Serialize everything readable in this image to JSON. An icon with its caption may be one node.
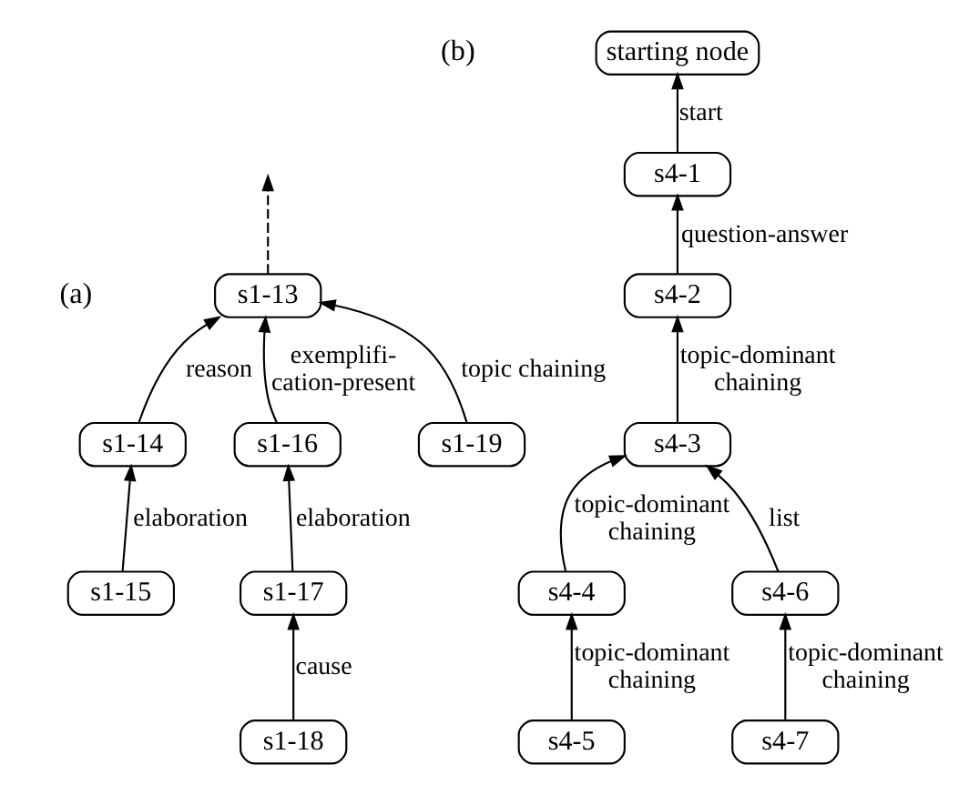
{
  "diagram": {
    "nodes": [
      {
        "text": [
          "s1-13"
        ]
      },
      {
        "text": [
          "s1-14"
        ]
      },
      {
        "text": [
          "s1-16"
        ]
      },
      {
        "text": [
          "s1-19"
        ]
      },
      {
        "text": [
          "s1-15"
        ]
      },
      {
        "text": [
          "s1-17"
        ]
      },
      {
        "text": [
          "s1-18"
        ]
      },
      {
        "text": [
          "starting node"
        ]
      },
      {
        "text": [
          "s4-1"
        ]
      },
      {
        "text": [
          "s4-2"
        ]
      },
      {
        "text": [
          "s4-3"
        ]
      },
      {
        "text": [
          "s4-4"
        ]
      },
      {
        "text": [
          "s4-6"
        ]
      },
      {
        "text": [
          "s4-5"
        ]
      },
      {
        "text": [
          "s4-7"
        ]
      }
    ],
    "edges": [
      {
        "from": 0,
        "to": null,
        "arrow": "to",
        "style": "dashed"
      },
      {
        "from": 1,
        "to": 0,
        "arrow": "to",
        "label": "reason"
      },
      {
        "from": 2,
        "to": 0,
        "arrow": "to",
        "label": "exemplifi- cation-present"
      },
      {
        "from": 3,
        "to": 0,
        "arrow": "to",
        "label": "topic chaining"
      },
      {
        "from": 4,
        "to": 1,
        "arrow": "to",
        "label": "elaboration"
      },
      {
        "from": 5,
        "to": 2,
        "arrow": "to",
        "label": "elaboration"
      },
      {
        "from": 6,
        "to": 5,
        "arrow": "to",
        "label": "cause"
      },
      {
        "from": 8,
        "to": 7,
        "arrow": "to",
        "label": "start"
      },
      {
        "from": 9,
        "to": 8,
        "arrow": "to",
        "label": "question-answer"
      },
      {
        "from": 10,
        "to": 9,
        "arrow": "to",
        "label": "topic-dominant chaining"
      },
      {
        "from": 11,
        "to": 10,
        "arrow": "to",
        "label": "topic-dominant chaining"
      },
      {
        "from": 12,
        "to": 10,
        "arrow": "to",
        "label": "list"
      },
      {
        "from": 13,
        "to": 11,
        "arrow": "to",
        "label": "topic-dominant chaining"
      },
      {
        "from": 14,
        "to": 12,
        "arrow": "to",
        "label": "topic-dominant chaining"
      }
    ],
    "labels": [
      "(a)",
      "(b)"
    ]
  }
}
